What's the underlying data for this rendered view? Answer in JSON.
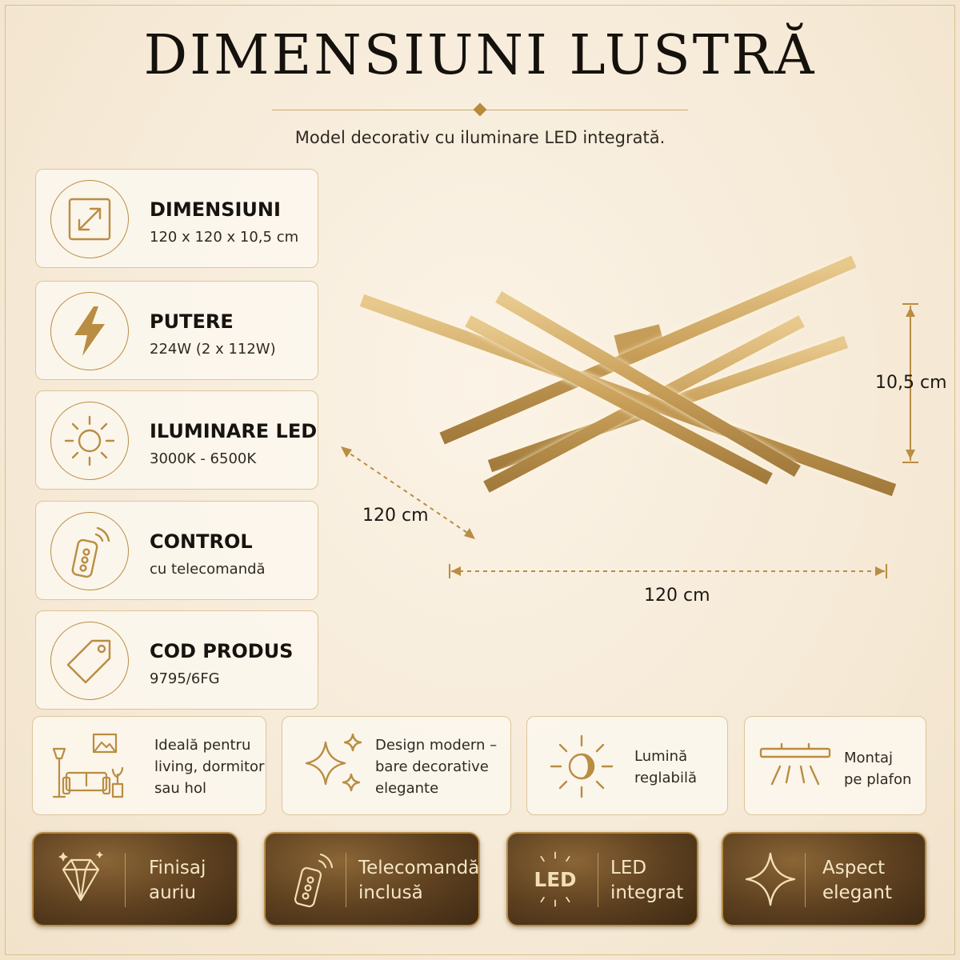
{
  "header": {
    "title": "DIMENSIUNI LUSTRĂ",
    "subtitle": "Model decorativ cu iluminare LED integrată."
  },
  "specs": [
    {
      "icon": "resize-arrows-icon",
      "label": "DIMENSIUNI",
      "value": "120 x 120 x 10,5 cm"
    },
    {
      "icon": "lightning-icon",
      "label": "PUTERE",
      "value": "224W (2 x 112W)"
    },
    {
      "icon": "sun-icon",
      "label": "ILUMINARE LED",
      "value": "3000K - 6500K"
    },
    {
      "icon": "remote-control-icon",
      "label": "CONTROL",
      "value": "cu telecomandă"
    },
    {
      "icon": "price-tag-icon",
      "label": "COD PRODUS",
      "value": "9795/6FG"
    }
  ],
  "dimensions": {
    "height": "10,5 cm",
    "depth": "120 cm",
    "width": "120 cm"
  },
  "features": [
    {
      "icon": "living-room-icon",
      "line1": "Ideală pentru",
      "line2": "living, dormitor",
      "line3": "sau hol"
    },
    {
      "icon": "sparkles-icon",
      "line1": "Design modern –",
      "line2": "bare decorative",
      "line3": "elegante"
    },
    {
      "icon": "sun-moon-icon",
      "line1": "Lumină",
      "line2": "reglabilă"
    },
    {
      "icon": "ceiling-light-icon",
      "line1": "Montaj",
      "line2": "pe plafon"
    }
  ],
  "badges": [
    {
      "icon": "diamond-icon",
      "line1": "Finisaj",
      "line2": "auriu"
    },
    {
      "icon": "remote-control-icon",
      "line1": "Telecomandă",
      "line2": "inclusă"
    },
    {
      "icon": "led-icon",
      "icon_text": "LED",
      "line1": "LED",
      "line2": "integrat"
    },
    {
      "icon": "star-icon",
      "line1": "Aspect",
      "line2": "elegant"
    }
  ],
  "colors": {
    "background": "#f6ead7",
    "gold": "#b98d43",
    "badge_brown": "#5c3f1f",
    "badge_text": "#f5e6c6"
  }
}
